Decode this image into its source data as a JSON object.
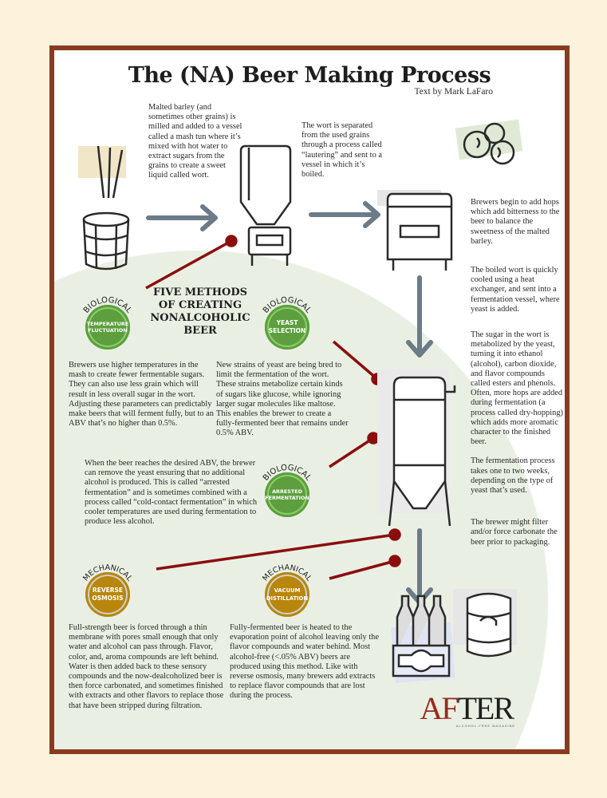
{
  "title": "The (NA) Beer Making Process",
  "byline": "Text by Mark LaFaro",
  "steps": {
    "mash": "Malted barley (and sometimes other grains) is milled and added to a vessel called a mash tun where it’s mixed with hot water to extract sugars from the grains to create a sweet liquid called wort.",
    "lauter": "The wort is separated from the used grains through a process called “lautering” and sent to a vessel in which it’s boiled.",
    "hops": "Brewers begin to add hops which add bitterness to the beer to balance the sweetness of the malted barley.",
    "cool": "The boiled wort is quickly cooled using a heat exchanger, and sent into a fermentation vessel, where yeast is added.",
    "ferment": "The sugar in the wort is metabolized by the yeast, turning it into ethanol (alcohol), carbon dioxide, and flavor compounds called esters and phenols. Often, more hops are added during fermentation (a process called dry-hopping) which adds more aromatic character to the finished beer.",
    "duration": "The fermentation process takes one to two weeks, depending on the type of yeast that’s used.",
    "package": "The brewer might filter and/or force carbonate the beer prior to packaging."
  },
  "methods_heading": "FIVE METHODS OF CREATING NONALCOHOLIC BEER",
  "methods": [
    {
      "category": "BIOLOGICAL",
      "name": "Temperature Fluctuation",
      "color": "#5d9e3f",
      "text": "Brewers use higher temperatures in the mash to create fewer fermentable sugars. They can also use less grain which will result in less overall sugar in the wort. Adjusting these parameters can predictably make beers that will ferment fully, but to an ABV that’s no higher than 0.5%."
    },
    {
      "category": "BIOLOGICAL",
      "name": "Yeast Selection",
      "color": "#5d9e3f",
      "text": "New strains of yeast are being bred to limit the fermentation of the wort. These strains metabolize certain kinds of sugars like glucose, while ignoring larger sugar molecules like maltose. This enables the brewer to create a fully-fermented beer that remains under 0.5% ABV."
    },
    {
      "category": "BIOLOGICAL",
      "name": "Arrested Fermentation",
      "color": "#5d9e3f",
      "text": "When the beer reaches the desired ABV, the brewer can remove the yeast ensuring that no additional alcohol is produced. This is called “arrested fermentation” and is sometimes combined with a process called “cold-contact fermentation” in which cooler temperatures are used during fermentation to produce less alcohol."
    },
    {
      "category": "MECHANICAL",
      "name": "Reverse Osmosis",
      "color": "#b8860b",
      "text": "Full-strength beer is forced through a thin membrane with pores small enough that only water and alcohol can pass through. Flavor, color, and, aroma compounds are left behind. Water is then added back to these sensory compounds and the now-dealcoholized beer is then force carbonated, and sometimes finished with extracts and other flavors to replace those that have been stripped during filtration."
    },
    {
      "category": "MECHANICAL",
      "name": "Vacuum Distillation",
      "color": "#b8860b",
      "text": "Fully-fermented beer is heated to the evaporation point of alcohol leaving only the flavor compounds and water behind. Most alcohol-free (<.05% ABV) beers are produced using this method. Like with reverse osmosis, many brewers add extracts to replace flavor compounds that are lost during the process."
    }
  ],
  "logo": {
    "main": "AFTER",
    "tagline": "ALCOHOL-FREE MAGAZINE"
  },
  "colors": {
    "frame": "#8a3b1f",
    "arrow": "#6b7b88",
    "connector": "#8b0e0e",
    "biological": "#5d9e3f",
    "mechanical": "#b8860b",
    "background": "#fdf2dc"
  }
}
